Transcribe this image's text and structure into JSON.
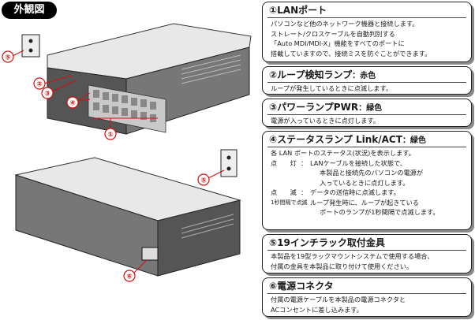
{
  "header_tag": "外観図",
  "callouts": [
    "①",
    "②",
    "③",
    "④",
    "⑤",
    "⑥"
  ],
  "panels": [
    {
      "title": "①LANポート",
      "subtitle": "",
      "lines": [
        "パソコンなど他のネットワーク機器と接続します。",
        "ストレート/クロスケーブルを自動判別する",
        "「Auto MDI/MDI-X」機能をすべてのポートに",
        "搭載していますので、接続ミスを防ぐことができます。"
      ]
    },
    {
      "title": "②ループ検知ランプ",
      "subtitle": "：赤色",
      "lines": [
        "ループが発生しているときに点滅します。"
      ]
    },
    {
      "title": "③パワーランプPWR",
      "subtitle": "：緑色",
      "lines": [
        "電源が入っているときに点灯します。"
      ]
    },
    {
      "title": "④ステータスランプ Link/ACT",
      "subtitle": "：緑色",
      "intro": "各 LAN ポートのステータス(状況)を表示します。",
      "items": [
        {
          "label": "点　　灯",
          "text": "LANケーブルを接続した状態で、",
          "more": [
            "本製品と接続先のパソコンの電源が",
            "入っているときに点灯します。"
          ]
        },
        {
          "label": "点　　滅",
          "text": "データの送信時に点滅します。",
          "more": []
        },
        {
          "label": "1秒間隔で点滅",
          "text": "ループ発生時に、ループが起きている",
          "more": [
            "ポートのランプが1秒間隔で点滅します。"
          ]
        }
      ]
    },
    {
      "title": "⑤19インチラック取付金具",
      "subtitle": "",
      "lines": [
        "本製品を19型ラックマウントシステムで使用する場合、",
        "付属の金具を本製品に取り付けて使用ください。"
      ]
    },
    {
      "title": "⑥電源コネクタ",
      "subtitle": "",
      "lines": [
        "付属の電源ケーブルを本製品の電源コネクタと",
        "ACコンセントに差し込みます。"
      ]
    }
  ]
}
